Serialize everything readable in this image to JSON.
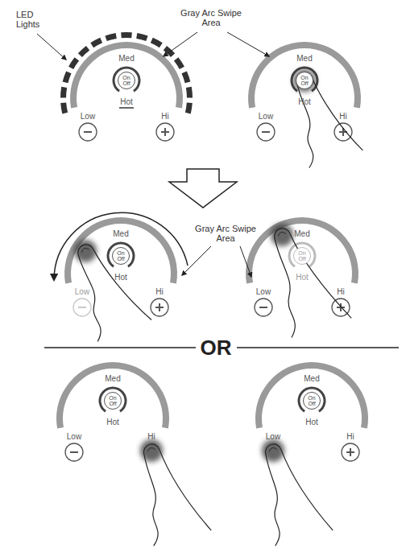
{
  "diagram": {
    "nodes": [
      {
        "text": [
          "On Off"
        ]
      },
      {
        "text": [
          "On Off"
        ]
      },
      {
        "text": [
          "On Off"
        ]
      },
      {
        "text": [
          "On Off"
        ]
      },
      {
        "text": [
          "On Off"
        ]
      },
      {
        "text": [
          "On Off"
        ]
      }
    ],
    "labels": [
      "LED Lights",
      "Gray Arc Swipe Area",
      "Med",
      "Low",
      "Hi",
      "Hot",
      "Med",
      "Low",
      "Hi",
      "Hot",
      "Gray Arc Swipe Area",
      "Med",
      "Low",
      "Hi",
      "Hot",
      "Med",
      "Low",
      "Hi",
      "Hot",
      "OR",
      "Med",
      "Low",
      "Hi",
      "Hot",
      "Med",
      "Low",
      "Hi",
      "Hot"
    ]
  }
}
